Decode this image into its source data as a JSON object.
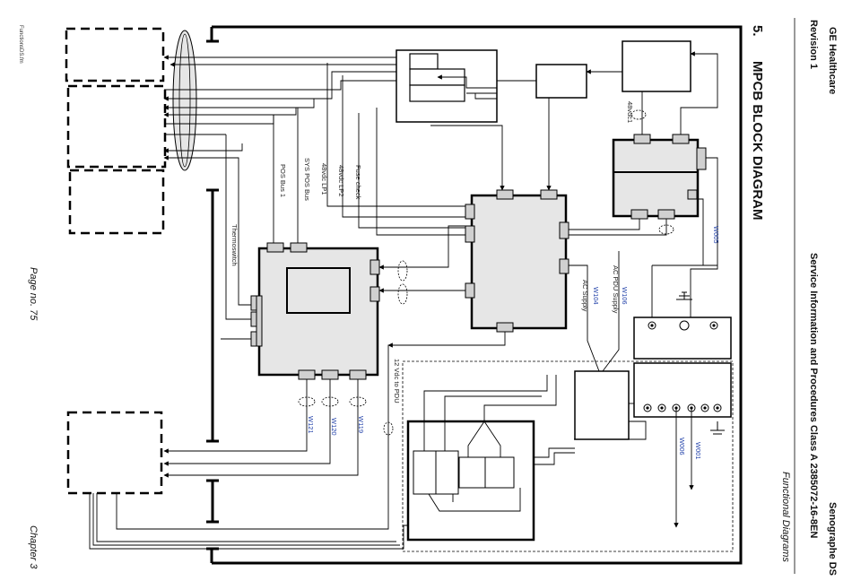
{
  "header": {
    "company": "GE Healthcare",
    "revision": "Revision 1",
    "product": "Senographe DS",
    "doc_title": "Service Information and Procedures Class A 2385072-16-8EN",
    "section_name": "Functional Diagrams"
  },
  "diagram": {
    "section_number": "5.",
    "title": "MPCB BLOCK DIAGRAM",
    "signal_labels": {
      "pos_bus": "POS Bus 1",
      "sys_pos_bus": "SYS POS Bus",
      "lp1": "48vdc LP1",
      "lp2": "48vdc LP2",
      "fuse_check": "Fuse check",
      "thermoswitch": "Thermoswitch",
      "vdc_pdu": "12 Vdc to PDU",
      "ac_supply": "AC Supply",
      "ac_pdu_supply": "AC PDU Supply",
      "dc1": "48vdc1"
    },
    "wire_labels": {
      "w104": "W104",
      "w106": "W106",
      "w005": "W005",
      "w006": "W006",
      "w001": "W001",
      "w119": "W119",
      "w120": "W120",
      "w121": "W121"
    }
  },
  "footer": {
    "filename": "FunctionsDS.fm",
    "page": "Page no. 75",
    "chapter": "Chapter 3"
  }
}
